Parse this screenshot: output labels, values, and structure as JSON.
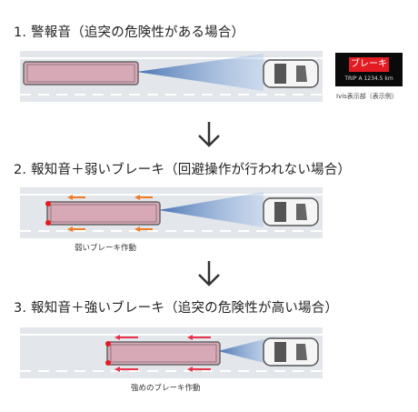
{
  "sections": [
    {
      "title": "1. 警報音（追突の危険性がある場合）"
    },
    {
      "title": "2. 報知音＋弱いブレーキ（回避操作が行われない場合）",
      "caption": "弱いブレーキ作動"
    },
    {
      "title": "3. 報知音＋強いブレーキ（追突の危険性が高い場合）",
      "caption": "強めのブレーキ作動"
    }
  ],
  "display": {
    "warning": "ブレーキ",
    "trip": "TRIP A  1234.5 km",
    "caption": "Ivis表示部（表示例）"
  },
  "colors": {
    "road": "#e3e7ec",
    "lane_marking": "#ffffff",
    "bus_body": "#d7a9b6",
    "sensor_beam": "#5f8fcf",
    "weak_brake_arrow": "#f07d25",
    "strong_brake_arrow": "#e8334a",
    "warning_red": "#e31b23"
  },
  "icons": [
    "bus-icon",
    "car-icon",
    "sensor-beam-icon",
    "arrow-down-icon",
    "brake-arrow-icon"
  ]
}
